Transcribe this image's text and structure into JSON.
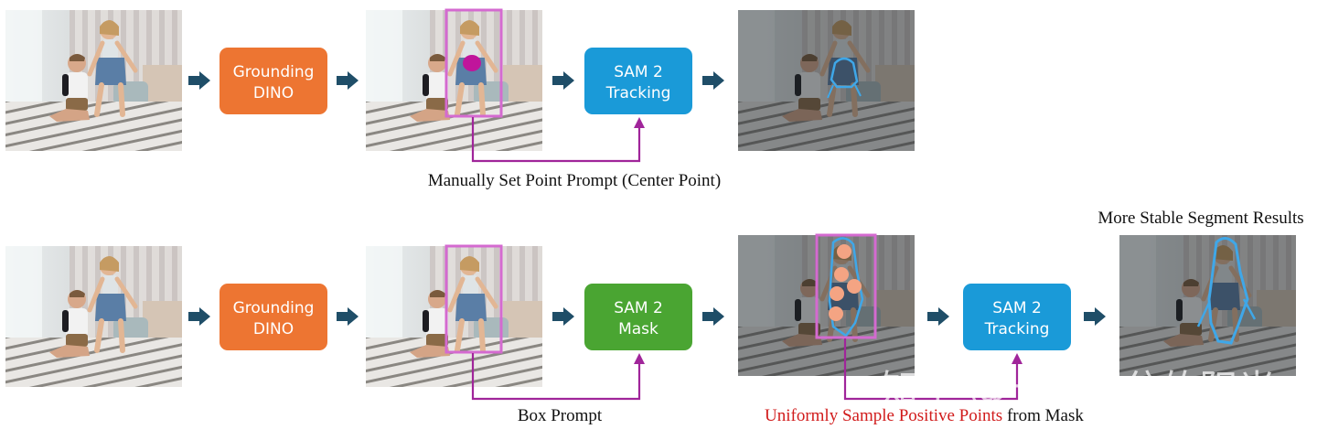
{
  "colors": {
    "grounding": "#ed7532",
    "sam_tracking": "#1a9ad8",
    "sam_mask": "#4aa532",
    "arrow": "#1f4e68",
    "prompt_line": "#a0259a",
    "box_outline": "#d46ad0",
    "center_point": "#c0159b",
    "sample_point": "#f4a483",
    "mask_outline": "#3fa7e8",
    "caption_red": "#d11b1b"
  },
  "row1": {
    "grounding_label": [
      "Grounding",
      "DINO"
    ],
    "sam_label": [
      "SAM 2",
      "Tracking"
    ],
    "caption": "Manually Set Point Prompt (Center Point)"
  },
  "row2": {
    "grounding_label": [
      "Grounding",
      "DINO"
    ],
    "sam_mask_label": [
      "SAM 2",
      "Mask"
    ],
    "sam_tracking_label": [
      "SAM 2",
      "Tracking"
    ],
    "box_caption": "Box Prompt",
    "sample_caption_red": "Uniformly Sample Positive Points",
    "sample_caption_rest": " from Mask",
    "result_caption": "More Stable Segment Results"
  },
  "watermark": "知乎 @十指透兮的阳光"
}
